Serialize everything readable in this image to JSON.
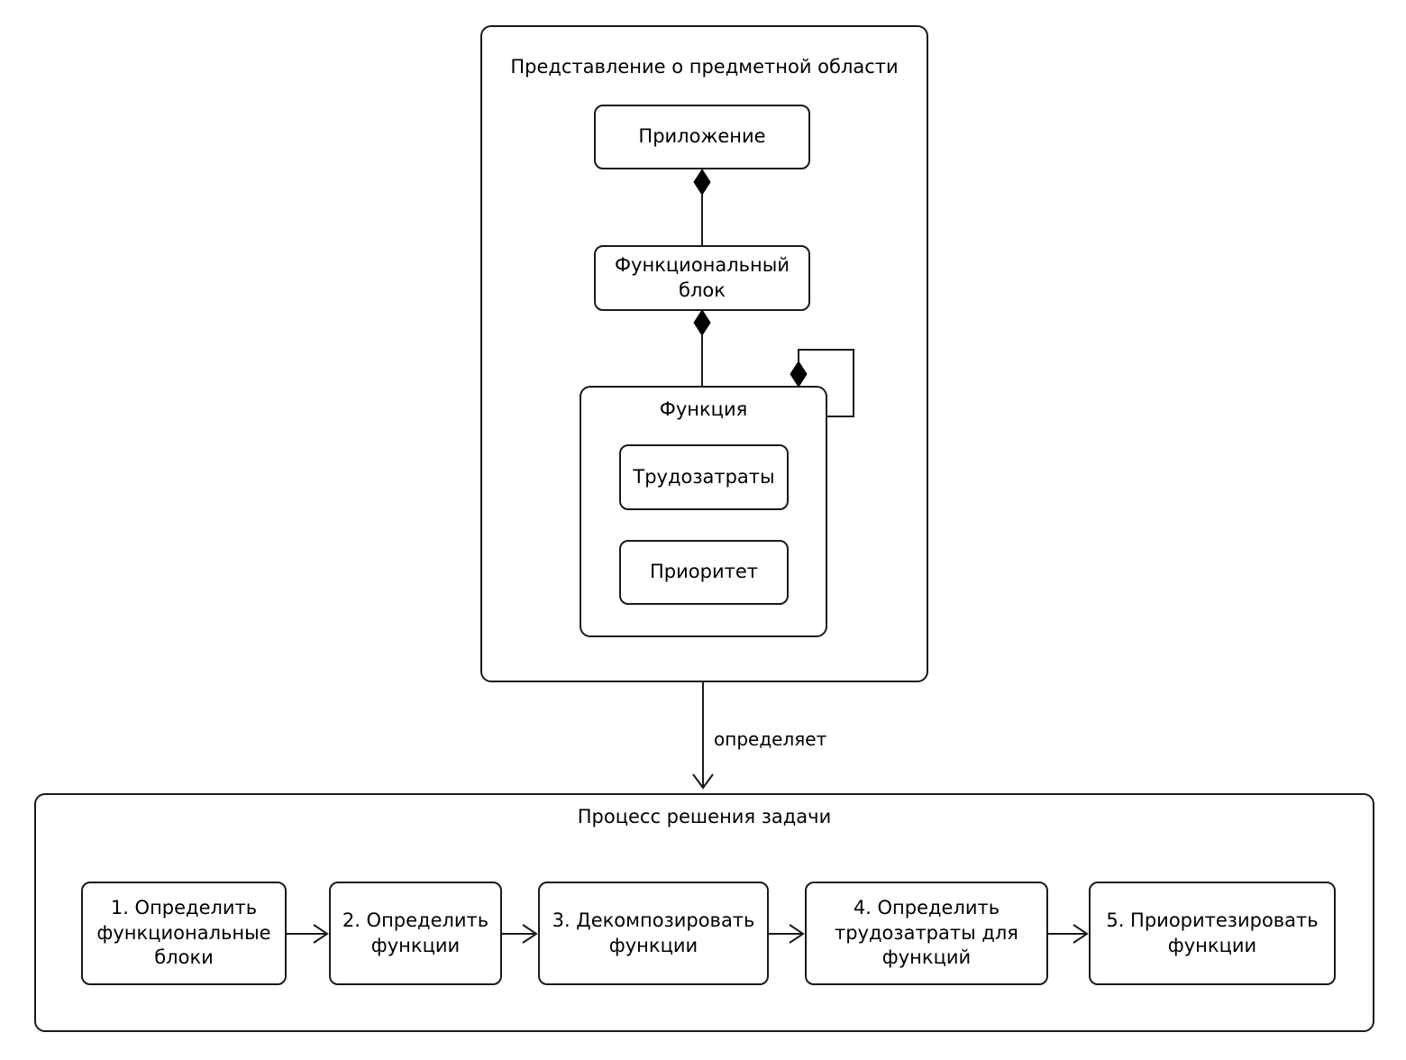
{
  "diagram": {
    "title_top": "Представление о предметной области",
    "title_bottom": "Процесс решения задачи",
    "edge_label": "определяет",
    "colors": {
      "stroke": "#1a1a1a",
      "fill": "#ffffff",
      "text": "#000000",
      "diamond": "#000000"
    },
    "domain_model": {
      "nodes": [
        {
          "id": "application",
          "label": "Приложение"
        },
        {
          "id": "functional-block",
          "label": "Функциональный\nблок"
        },
        {
          "id": "function",
          "label": "Функция"
        },
        {
          "id": "effort",
          "label": "Трудозатраты"
        },
        {
          "id": "priority",
          "label": "Приоритет"
        }
      ],
      "relations": [
        {
          "from": "functional-block",
          "to": "application",
          "type": "composition"
        },
        {
          "from": "function",
          "to": "functional-block",
          "type": "composition"
        },
        {
          "from": "function",
          "to": "function",
          "type": "composition-self"
        }
      ]
    },
    "process": {
      "steps": [
        {
          "index": "1",
          "label": "1. Определить\nфункциональные\nблоки"
        },
        {
          "index": "2",
          "label": "2. Определить\nфункции"
        },
        {
          "index": "3",
          "label": "3. Декомпозировать\nфункции"
        },
        {
          "index": "4",
          "label": "4. Определить\nтрудозатраты для\nфункций"
        },
        {
          "index": "5",
          "label": "5. Приоритезировать\nфункции"
        }
      ],
      "connector": "arrow-right"
    }
  }
}
